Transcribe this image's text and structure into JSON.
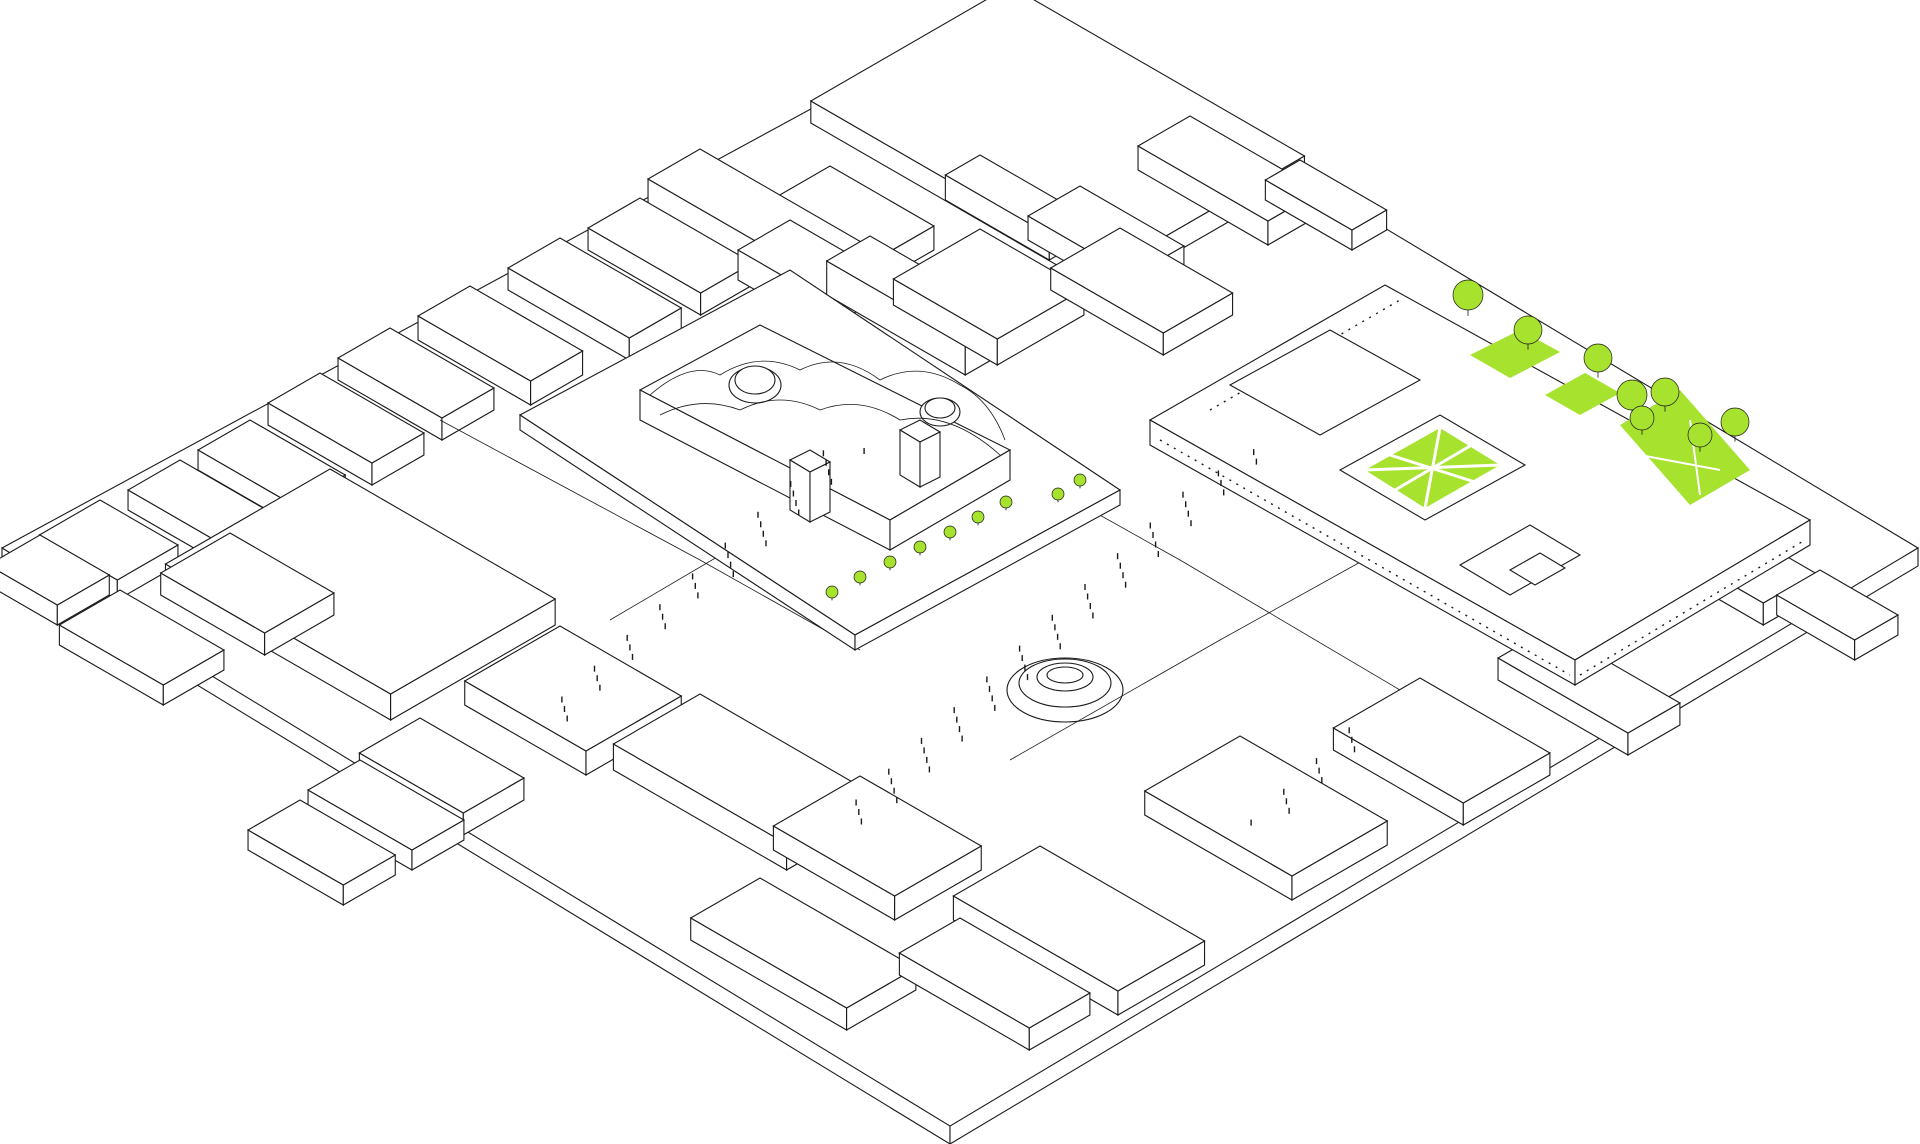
{
  "colors": {
    "background": "#ffffff",
    "line": "#1a1a1a",
    "vegetation": "#a6e22e"
  },
  "scene": {
    "type": "isometric urban block axonometric",
    "elements": [
      "building-blocks",
      "cathedral",
      "central-plaza",
      "fountain",
      "arcaded-courtyard-building",
      "green-courtyard",
      "trees",
      "people-figures"
    ]
  }
}
